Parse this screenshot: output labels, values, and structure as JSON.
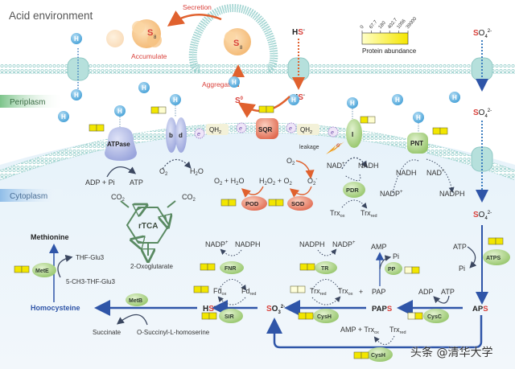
{
  "title": "Acid environment",
  "compartments": {
    "periplasm": "Periplasm",
    "cytoplasm": "Cytoplasm"
  },
  "legend": {
    "title": "Protein abundance",
    "ticks": [
      "0",
      "67.7",
      "180",
      "402.7",
      "1056",
      "39000"
    ],
    "color_low": "#ffffc8",
    "color_high": "#f5e600"
  },
  "colors": {
    "sulfur_red": "#d9403a",
    "pathway_blue": "#2f55a8",
    "enzyme_green": "#a8cf7e",
    "enzyme_red": "#e8745a",
    "membrane": "#9fd3d0",
    "proton": "#4aa3d8",
    "abundance_yellow": "#f2e600"
  },
  "sulfur_granule": {
    "label": "S",
    "sub": "8",
    "secretion": "Secretion",
    "accumulate": "Accumulate",
    "aggregate": "Aggregate"
  },
  "species": {
    "hs": "HS",
    "hs_sup": "-",
    "s0": "S",
    "s0_sup": "0",
    "so4": "SO",
    "so4_sub": "4",
    "so4_sup": "2-",
    "so3": "SO",
    "so3_sub": "3",
    "so3_sup": "2-",
    "h": "H",
    "e": "e",
    "qh2": "QH",
    "qh2_sub": "2",
    "leakage": "leakage"
  },
  "membrane_proteins": {
    "atpase": "ATPase",
    "bd_b": "b",
    "bd_d": "d",
    "sqr": "SQR",
    "complex_i": "I",
    "pnt": "PNT"
  },
  "reactions": {
    "adp_pi": "ADP + Pi",
    "atp": "ATP",
    "o2": "O",
    "o2_sub": "2",
    "h2o": "H",
    "h2o_tail": "O",
    "nad": "NAD",
    "nad_sup": "+",
    "nadh": "NADH",
    "nadp": "NADP",
    "nadp_sup": "+",
    "nadph": "NADPH",
    "trx_ox": "Trx",
    "ox": "ox",
    "trx_red": "Trx",
    "red": "red",
    "o2_h2o": "O₂ + H₂O",
    "h2o2_o2": "H₂O₂ + O₂",
    "superoxide": "O₂⁻",
    "co2": "CO₂",
    "oxoglutarate": "2-Oxoglutarate",
    "rtca": "rTCA",
    "methionine": "Methionine",
    "thf": "THF-Glu3",
    "ch3thf": "5-CH3-THF-Glu3",
    "homocysteine": "Homocysteine",
    "succinate": "Succinate",
    "osh": "O-Succinyl-L-homoserine",
    "fd_ox": "Fd",
    "fd_red": "Fd",
    "amp": "AMP",
    "pi": "Pi",
    "pap": "PAP",
    "plus": "+",
    "paps": "PAP",
    "paps_s": "S",
    "aps": "AP",
    "aps_s": "S",
    "adp": "ADP",
    "amp_trx": "AMP + Trx"
  },
  "enzymes": {
    "pdr": "PDR",
    "pod": "POD",
    "sod": "SOD",
    "mete": "MetE",
    "metb": "MetB",
    "fnr": "FNR",
    "sir": "SIR",
    "tr": "TR",
    "cysh": "CysH",
    "pp": "PP",
    "atps": "ATPS",
    "cysc": "CysC"
  },
  "abundance_boxes": [
    {
      "id": "atpase",
      "cells": [
        1,
        1
      ]
    },
    {
      "id": "bd",
      "cells": [
        1,
        0.1
      ]
    },
    {
      "id": "sqr",
      "cells": [
        1,
        1
      ]
    },
    {
      "id": "complex-i",
      "cells": [
        1,
        0.1
      ]
    },
    {
      "id": "pnt",
      "cells": [
        1,
        1
      ]
    },
    {
      "id": "pod",
      "cells": [
        1,
        1
      ]
    },
    {
      "id": "sod",
      "cells": [
        1,
        1
      ]
    },
    {
      "id": "mete",
      "cells": [
        1,
        1
      ]
    },
    {
      "id": "fnr",
      "cells": [
        1,
        1
      ]
    },
    {
      "id": "fd",
      "cells": [
        1,
        1
      ]
    },
    {
      "id": "sir",
      "cells": [
        1,
        1
      ]
    },
    {
      "id": "tr",
      "cells": [
        1,
        1
      ]
    },
    {
      "id": "trx",
      "cells": [
        0.05,
        0.05
      ]
    },
    {
      "id": "cysh-1",
      "cells": [
        1,
        1
      ]
    },
    {
      "id": "pp",
      "cells": [
        0.1,
        1
      ]
    },
    {
      "id": "atps",
      "cells": [
        1,
        1
      ]
    },
    {
      "id": "cysc",
      "cells": [
        0.1,
        1
      ]
    },
    {
      "id": "cysh-2",
      "cells": [
        1,
        1
      ]
    }
  ],
  "watermark": "头条 @清华大学"
}
